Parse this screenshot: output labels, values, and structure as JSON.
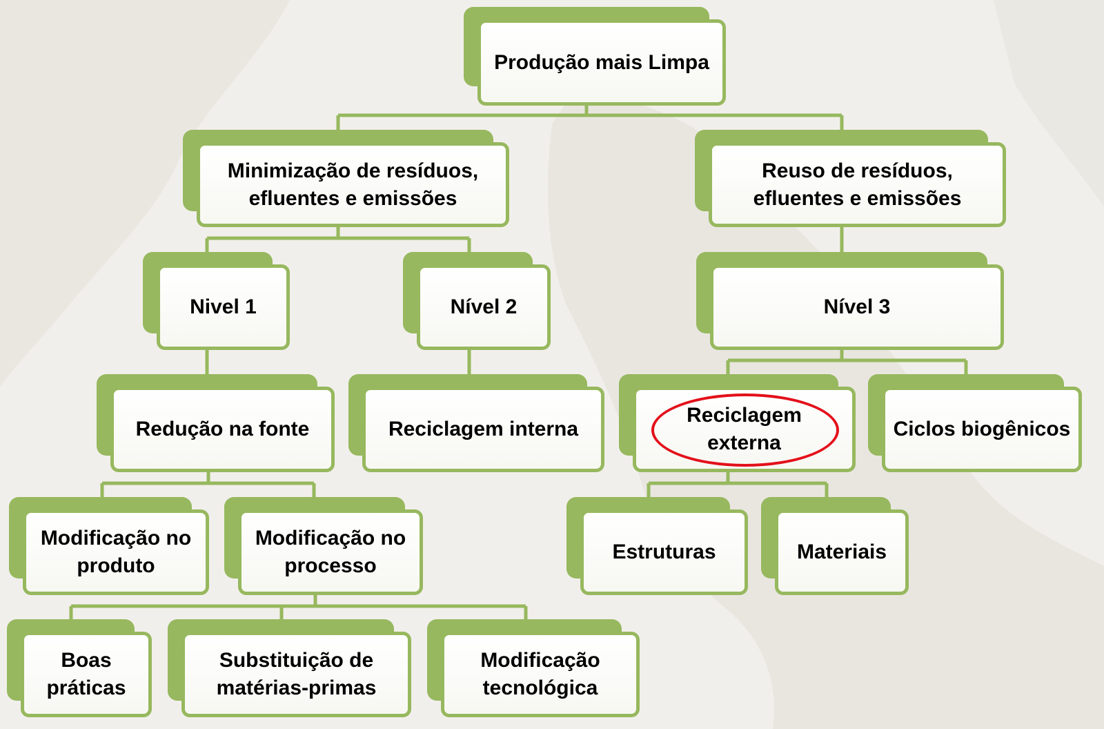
{
  "diagram": {
    "type": "org-chart",
    "accent_color": "#97b85e",
    "highlight_color": "#e3101a",
    "nodes": {
      "root": "Produção mais Limpa",
      "minimizacao": "Minimização de resíduos,\nefluentes e emissões",
      "reuso": "Reuso de resíduos,\nefluentes e emissões",
      "nivel1": "Nivel 1",
      "nivel2": "Nível 2",
      "nivel3": "Nível 3",
      "reducao": "Redução na fonte",
      "recic_interna": "Reciclagem interna",
      "recic_externa": "Reciclagem\nexterna",
      "ciclos": "Ciclos biogênicos",
      "mod_produto": "Modificação no\nproduto",
      "mod_processo": "Modificação no\nprocesso",
      "estruturas": "Estruturas",
      "materiais": "Materiais",
      "boas": "Boas\npráticas",
      "substituicao": "Substituição de\nmatérias-primas",
      "mod_tecno": "Modificação\ntecnológica"
    },
    "edges": [
      [
        "root",
        "minimizacao"
      ],
      [
        "root",
        "reuso"
      ],
      [
        "minimizacao",
        "nivel1"
      ],
      [
        "minimizacao",
        "nivel2"
      ],
      [
        "reuso",
        "nivel3"
      ],
      [
        "nivel1",
        "reducao"
      ],
      [
        "nivel2",
        "recic_interna"
      ],
      [
        "nivel3",
        "recic_externa"
      ],
      [
        "nivel3",
        "ciclos"
      ],
      [
        "reducao",
        "mod_produto"
      ],
      [
        "reducao",
        "mod_processo"
      ],
      [
        "recic_externa",
        "estruturas"
      ],
      [
        "recic_externa",
        "materiais"
      ],
      [
        "mod_processo",
        "boas"
      ],
      [
        "mod_processo",
        "substituicao"
      ],
      [
        "mod_processo",
        "mod_tecno"
      ]
    ],
    "highlighted_node": "recic_externa"
  }
}
